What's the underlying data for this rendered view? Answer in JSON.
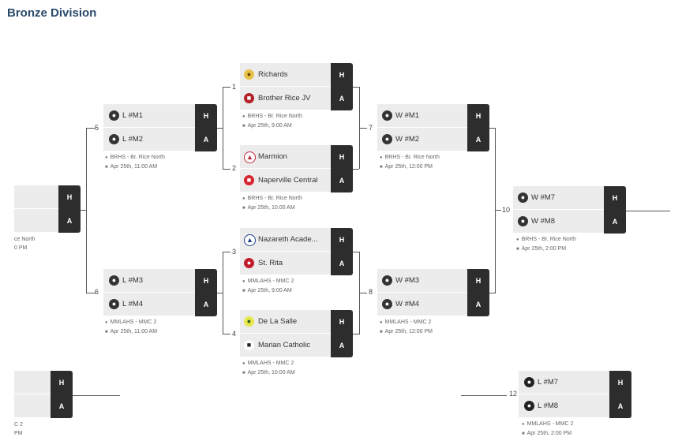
{
  "title": "Bronze Division",
  "ha": {
    "home": "H",
    "away": "A"
  },
  "matches": {
    "m1": {
      "num": "1",
      "team_h": "Richards",
      "team_a": "Brother Rice JV",
      "location": "BRHS - Br. Rice North",
      "time": "Apr 25th, 9:00 AM"
    },
    "m2": {
      "num": "2",
      "team_h": "Marmion",
      "team_a": "Naperville Central",
      "location": "BRHS - Br. Rice North",
      "time": "Apr 25th, 10:00 AM"
    },
    "m3": {
      "num": "3",
      "team_h": "Nazareth Acade...",
      "team_a": "St. Rita",
      "location": "MMLAHS - MMC 2",
      "time": "Apr 25th, 9:00 AM"
    },
    "m4": {
      "num": "4",
      "team_h": "De La Salle",
      "team_a": "Marian Catholic",
      "location": "MMLAHS - MMC 2",
      "time": "Apr 25th, 10:00 AM"
    },
    "m5": {
      "num": "5",
      "team_h": "L #M1",
      "team_a": "L #M2",
      "location": "BRHS - Br. Rice North",
      "time": "Apr 25th, 11:00 AM"
    },
    "m6": {
      "num": "6",
      "team_h": "L #M3",
      "team_a": "L #M4",
      "location": "MMLAHS - MMC 2",
      "time": "Apr 25th, 11:00 AM"
    },
    "m7": {
      "num": "7",
      "team_h": "W #M1",
      "team_a": "W #M2",
      "location": "BRHS - Br. Rice North",
      "time": "Apr 25th, 12:00 PM"
    },
    "m8": {
      "num": "8",
      "team_h": "W #M3",
      "team_a": "W #M4",
      "location": "MMLAHS - MMC 2",
      "time": "Apr 25th, 12:00 PM"
    },
    "m10": {
      "num": "10",
      "team_h": "W #M7",
      "team_a": "W #M8",
      "location": "BRHS - Br. Rice North",
      "time": "Apr 25th, 2:00 PM"
    },
    "m12": {
      "num": "12",
      "team_h": "L #M7",
      "team_a": "L #M8",
      "location": "MMLAHS - MMC 2",
      "time": "Apr 25th, 2:00 PM"
    },
    "left_top": {
      "location": "ce North",
      "time": "0 PM"
    },
    "left_bottom": {
      "location": "C 2",
      "time": "PM"
    }
  },
  "icons": {
    "ball": "volleyball-icon",
    "pin": "location-pin-icon",
    "calendar": "calendar-icon"
  },
  "colors": {
    "title": "#2b4a6b",
    "ha_badge": "#2d2d2d",
    "team_bg": "#ececec"
  }
}
